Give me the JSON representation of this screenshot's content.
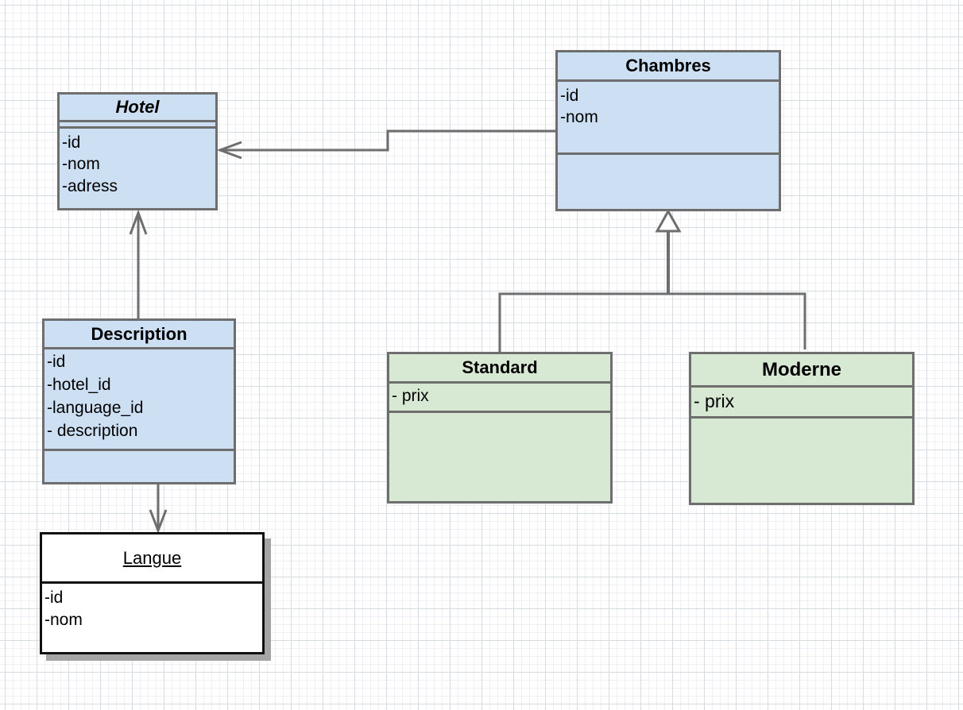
{
  "colors": {
    "entity_fill": "#cde0f3",
    "subclass_fill": "#d7e8d3",
    "plain_fill": "#ffffff",
    "border": "#6e6e6e",
    "connector": "#6e6e6e"
  },
  "classes": {
    "hotel": {
      "name": "Hotel",
      "attributes": [
        "-id",
        "-nom",
        "-adress"
      ]
    },
    "chambres": {
      "name": "Chambres",
      "attributes": [
        "-id",
        "-nom"
      ]
    },
    "description": {
      "name": "Description",
      "attributes": [
        "-id",
        "-hotel_id",
        "-language_id",
        "- description"
      ]
    },
    "standard": {
      "name": "Standard",
      "attributes": [
        "- prix"
      ]
    },
    "moderne": {
      "name": "Moderne",
      "attributes": [
        "- prix"
      ]
    },
    "langue": {
      "name": "Langue",
      "attributes": [
        "-id",
        "-nom"
      ]
    }
  },
  "relations": [
    {
      "from": "Chambres",
      "to": "Hotel",
      "type": "association-directed"
    },
    {
      "from": "Description",
      "to": "Hotel",
      "type": "association-directed"
    },
    {
      "from": "Description",
      "to": "Langue",
      "type": "association-directed"
    },
    {
      "from": "Standard",
      "to": "Chambres",
      "type": "generalization"
    },
    {
      "from": "Moderne",
      "to": "Chambres",
      "type": "generalization"
    }
  ]
}
